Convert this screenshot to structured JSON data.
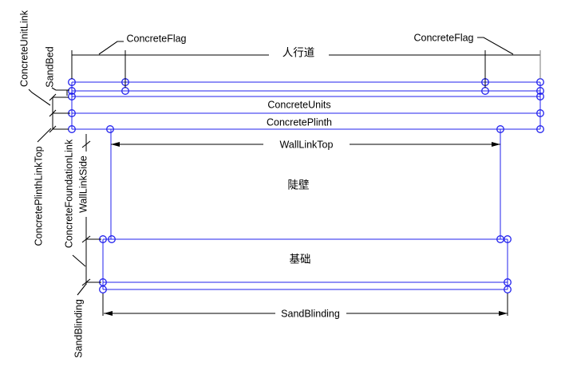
{
  "diagram_title": "Wall section construction diagram",
  "labels": {
    "concrete_flag_left": "ConcreteFlag",
    "concrete_flag_right": "ConcreteFlag",
    "sidewalk": "人行道",
    "concrete_unit_link": "ConcreteUnitLink",
    "sand_bed": "SandBed",
    "concrete_units": "ConcreteUnits",
    "concrete_plinth": "ConcretePlinth",
    "wall_link_top": "WallLinkTop",
    "concrete_plinth_link_top": "ConcretePlinthLinkTop",
    "concrete_foundation_link": "ConcreteFoundationLink",
    "wall_link_side": "WallLinkSide",
    "steep_wall": "陡壁",
    "foundation": "基础",
    "sand_blinding_left": "SandBlinding",
    "sand_blinding_bottom": "SandBlinding"
  },
  "colors": {
    "line_blue": "#2222ee",
    "line_black": "#000000",
    "extension_gray": "#7a7a7a",
    "background": "#ffffff"
  }
}
